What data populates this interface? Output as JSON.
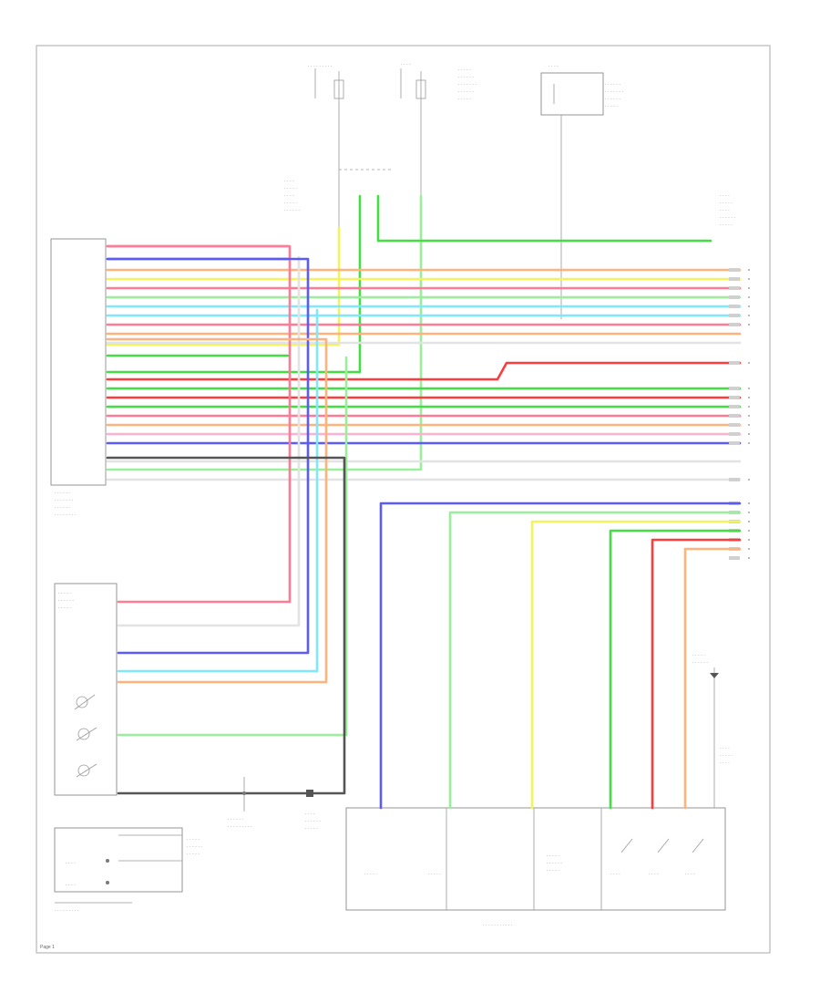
{
  "diagram": {
    "page_label": "Page 1"
  },
  "colors": {
    "pink": "#ff7a95",
    "red": "#ff3b3b",
    "blue": "#5a5aff",
    "orange": "#ffb27a",
    "yellow": "#f3f35a",
    "lightgreen": "#9af09a",
    "green": "#44dd44",
    "cyan": "#7fe8ff",
    "lightpink": "#ffb0d0",
    "white": "#e3e3e3",
    "black": "#555555"
  },
  "left_harness": {
    "wires": [
      {
        "color": "pink"
      },
      {
        "color": "blue"
      },
      {
        "color": "orange"
      },
      {
        "color": "yellow"
      },
      {
        "color": "pink"
      },
      {
        "color": "lightgreen"
      },
      {
        "color": "cyan"
      },
      {
        "color": "cyan"
      },
      {
        "color": "pink"
      },
      {
        "color": "orange"
      },
      {
        "color": "white"
      },
      {
        "color": "green"
      },
      {
        "color": "red"
      },
      {
        "color": "green"
      },
      {
        "color": "red"
      },
      {
        "color": "green"
      },
      {
        "color": "pink"
      },
      {
        "color": "orange"
      },
      {
        "color": "lightpink"
      },
      {
        "color": "blue"
      },
      {
        "color": "white"
      },
      {
        "color": "white"
      }
    ]
  },
  "bottom_switch_wires": [
    {
      "color": "blue"
    },
    {
      "color": "lightgreen"
    },
    {
      "color": "yellow"
    },
    {
      "color": "green"
    },
    {
      "color": "red"
    },
    {
      "color": "orange"
    }
  ]
}
